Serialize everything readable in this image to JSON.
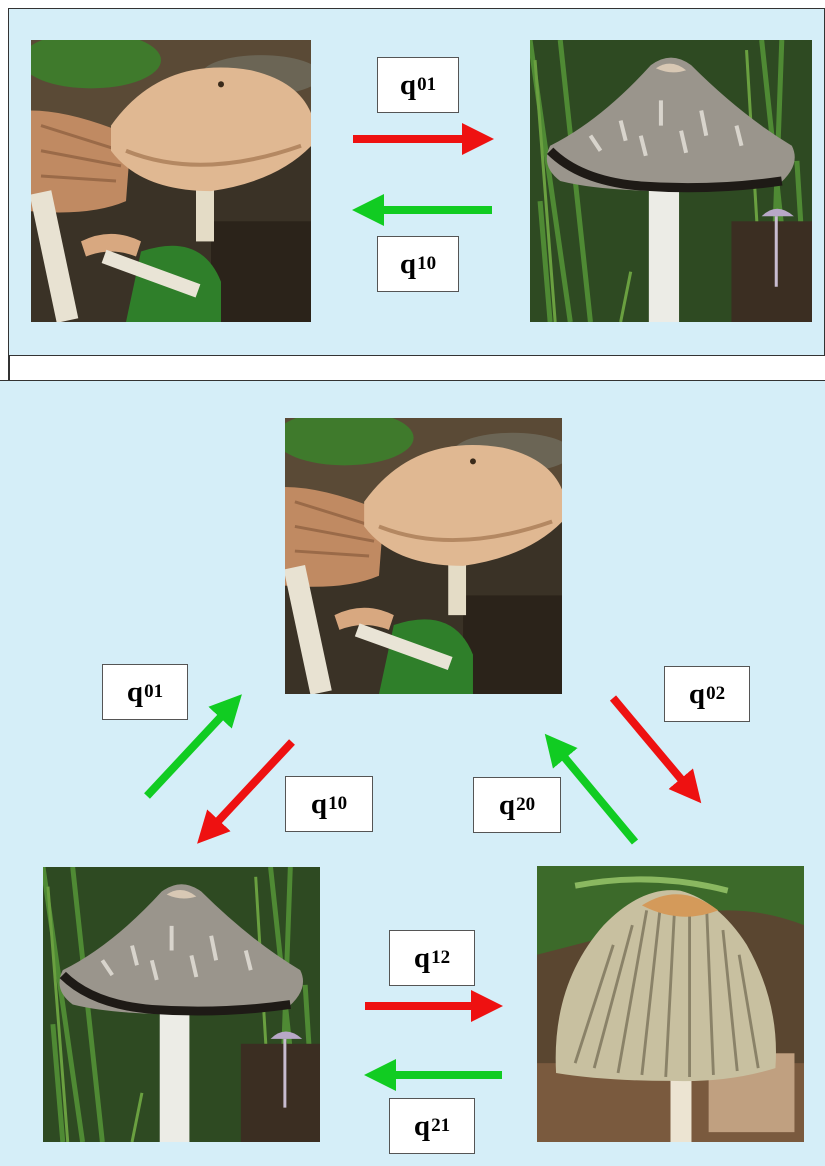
{
  "colors": {
    "background": "#d5eef8",
    "forward_arrow": "#ee1111",
    "backward_arrow": "#11cc22"
  },
  "top_panel": {
    "labels": {
      "q01": {
        "q": "q",
        "sub": "01"
      },
      "q10": {
        "q": "q",
        "sub": "10"
      }
    }
  },
  "bottom_panel": {
    "labels": {
      "q01": {
        "q": "q",
        "sub": "01"
      },
      "q10": {
        "q": "q",
        "sub": "10"
      },
      "q02": {
        "q": "q",
        "sub": "02"
      },
      "q20": {
        "q": "q",
        "sub": "20"
      },
      "q12": {
        "q": "q",
        "sub": "12"
      },
      "q21": {
        "q": "q",
        "sub": "21"
      }
    }
  },
  "images": {
    "state_0": "tan-capped-mushroom",
    "state_1": "inky-cap-mushroom-with-blackened-edge",
    "state_2": "bell-shaped-ribbed-mushroom"
  }
}
